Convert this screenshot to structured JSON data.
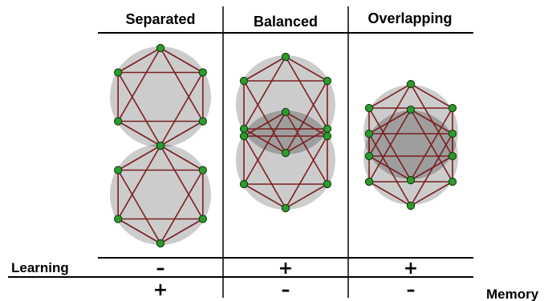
{
  "columns": [
    {
      "id": "separated",
      "label": "Separated"
    },
    {
      "id": "balanced",
      "label": "Balanced"
    },
    {
      "id": "overlapping",
      "label": "Overlapping"
    }
  ],
  "rows": [
    {
      "id": "learning",
      "label": "Learning",
      "signs": [
        "–",
        "+",
        "+"
      ]
    },
    {
      "id": "memory",
      "label": "Memory",
      "signs": [
        "+",
        "–",
        "–"
      ]
    }
  ],
  "colors": {
    "disc": "#cccccc",
    "overlap": "#9e9e9e",
    "edge": "#7a1f1f",
    "node_fill": "#2e9a2e",
    "node_stroke": "#0d3d0d",
    "line": "#000000"
  },
  "icons": {
    "node": "green-node-dot",
    "edge": "dark-red-edge-line"
  }
}
